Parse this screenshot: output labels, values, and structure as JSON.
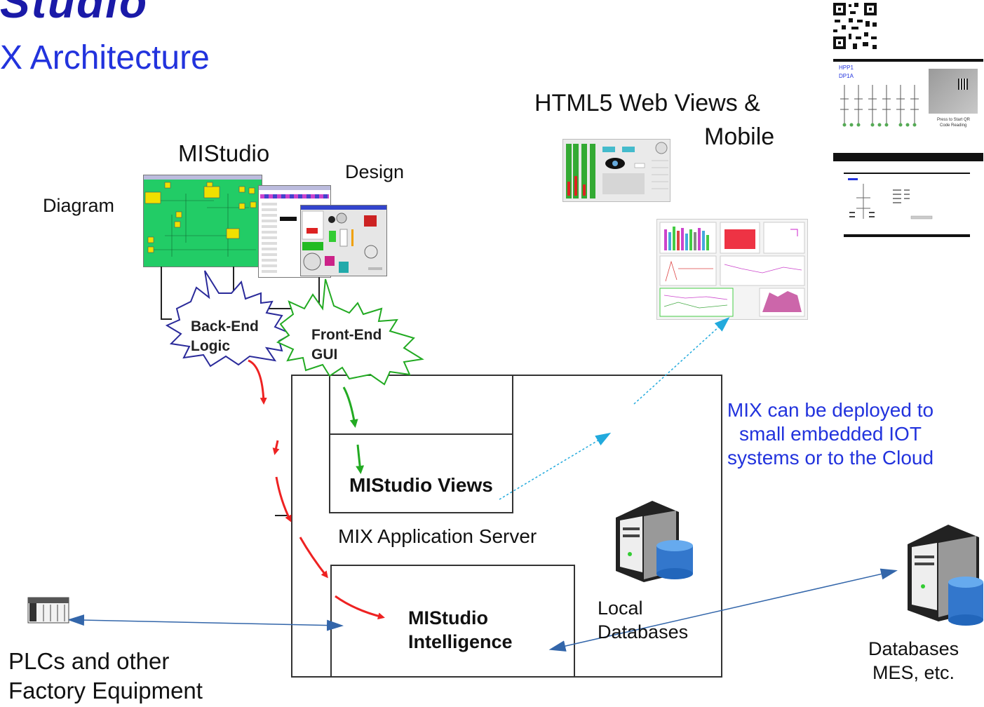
{
  "header": {
    "brand": "Studio",
    "title": "X Architecture"
  },
  "labels": {
    "mistudio": "MIStudio",
    "diagram": "Diagram",
    "design": "Design",
    "html5_line1": "HTML5 Web Views &",
    "html5_line2": "Mobile",
    "backend_line1": "Back-End",
    "backend_line2": "Logic",
    "frontend_line1": "Front-End",
    "frontend_line2": "GUI",
    "views": "MIStudio Views",
    "app_server": "MIX Application Server",
    "intel_line1": "MIStudio",
    "intel_line2": "Intelligence",
    "local_line1": "Local",
    "local_line2": "Databases",
    "plc_line1": "PLCs and other",
    "plc_line2": "Factory Equipment",
    "db_line1": "Databases",
    "db_line2": "MES, etc.",
    "deploy_line1": "MIX can be deployed to",
    "deploy_line2": "small embedded IOT",
    "deploy_line3": "systems or to the Cloud"
  },
  "mobile": {
    "label1": "HPP1",
    "label2": "DP1A",
    "hint_line1": "Press to Start QR",
    "hint_line2": "Code Reading"
  },
  "colors": {
    "accent_blue": "#2233dd",
    "logic_arrow": "#ee2222",
    "gui_arrow": "#22aa22",
    "deploy_arrow": "#22aadd",
    "link_arrow": "#3366aa"
  }
}
